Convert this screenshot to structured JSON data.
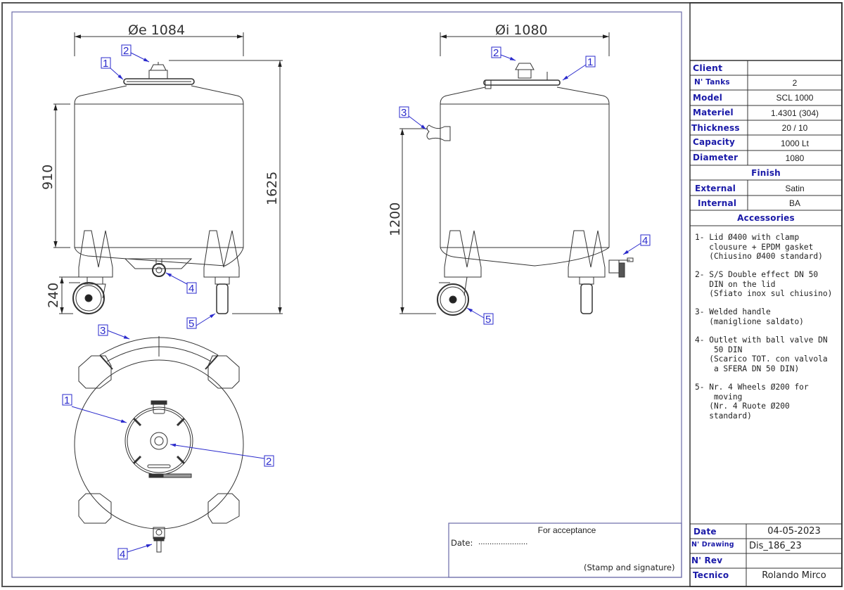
{
  "drawing": {
    "front_view": {
      "dim_outer_diameter": "Øe 1084",
      "dim_body_height": "910",
      "dim_total_height": "1625",
      "dim_wheel_height": "240",
      "callouts": [
        "1",
        "2",
        "4",
        "5"
      ]
    },
    "side_view": {
      "dim_inner_diameter": "Øi 1080",
      "dim_handle_height": "1200",
      "callouts": [
        "1",
        "2",
        "3",
        "4",
        "5"
      ]
    },
    "top_view": {
      "callouts": [
        "1",
        "2",
        "3",
        "4"
      ]
    }
  },
  "acceptance": {
    "title": "For acceptance",
    "date_label": "Date:",
    "date_placeholder": "......................",
    "stamp_label": "(Stamp and signature)"
  },
  "title_block": {
    "specs": [
      {
        "label": "Client",
        "value": ""
      },
      {
        "label": "N' Tanks",
        "value": "2"
      },
      {
        "label": "Model",
        "value": "SCL 1000"
      },
      {
        "label": "Materiel",
        "value": "1.4301 (304)"
      },
      {
        "label": "Thickness",
        "value": "20 / 10"
      },
      {
        "label": "Capacity",
        "value": "1000 Lt"
      },
      {
        "label": "Diameter",
        "value": "1080"
      }
    ],
    "finish_heading": "Finish",
    "finish": [
      {
        "label": "External",
        "value": "Satin"
      },
      {
        "label": "Internal",
        "value": "BA"
      }
    ],
    "accessories_heading": "Accessories",
    "accessories": [
      "1- Lid Ø400 with clamp\n   clousure + EPDM gasket\n   (Chiusino Ø400 standard)",
      "2- S/S Double effect DN 50\n   DIN on the lid\n   (Sfiato inox sul chiusino)",
      "3- Welded handle\n   (maniglione saldato)",
      "4- Outlet with ball valve DN\n    50 DIN\n   (Scarico TOT. con valvola\n    a SFERA DN 50 DIN)",
      "5- Nr. 4 Wheels Ø200 for\n    moving\n   (Nr. 4 Ruote Ø200\n   standard)"
    ],
    "footer": [
      {
        "label": "Date",
        "value": "04-05-2023"
      },
      {
        "label": "N' Drawing",
        "value": "Dis_186_23"
      },
      {
        "label": "N' Rev",
        "value": ""
      },
      {
        "label": "Tecnico",
        "value": "Rolando Mirco"
      }
    ]
  }
}
